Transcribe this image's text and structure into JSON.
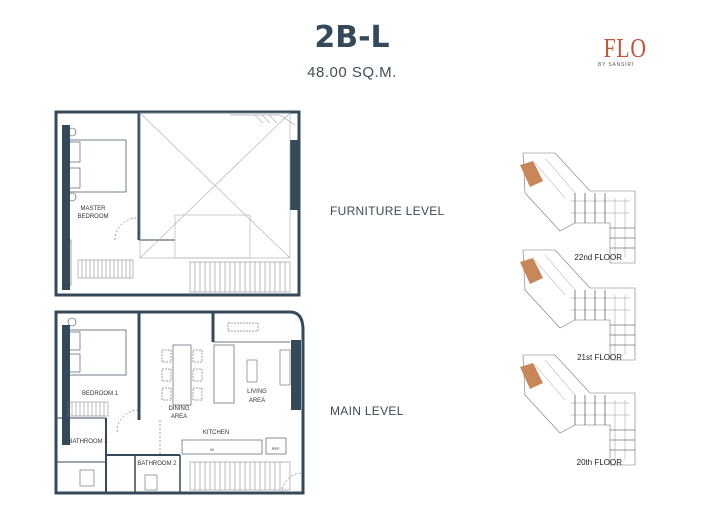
{
  "header": {
    "title": "2B-L",
    "area": "48.00 SQ.M."
  },
  "logo": {
    "name": "FLO",
    "tagline": "BY SANSIRI",
    "color": "#c0553a"
  },
  "levels": {
    "furniture": "FURNITURE LEVEL",
    "main": "MAIN LEVEL"
  },
  "rooms": {
    "master_bedroom_1": "MASTER",
    "master_bedroom_2": "BEDROOM",
    "bedroom1": "BEDROOM 1",
    "bathroom1": "BATHROOM 1",
    "bathroom2": "BATHROOM 2",
    "dining_1": "DINING",
    "dining_2": "AREA",
    "living_1": "LIVING",
    "living_2": "AREA",
    "kitchen": "KITCHEN",
    "appliance_w": "W",
    "appliance_ref": "REF."
  },
  "key_plans": [
    {
      "label": "22nd FLOOR"
    },
    {
      "label": "21st FLOOR"
    },
    {
      "label": "20th FLOOR"
    }
  ],
  "colors": {
    "wall": "#34495a",
    "highlight": "#c8875a"
  }
}
